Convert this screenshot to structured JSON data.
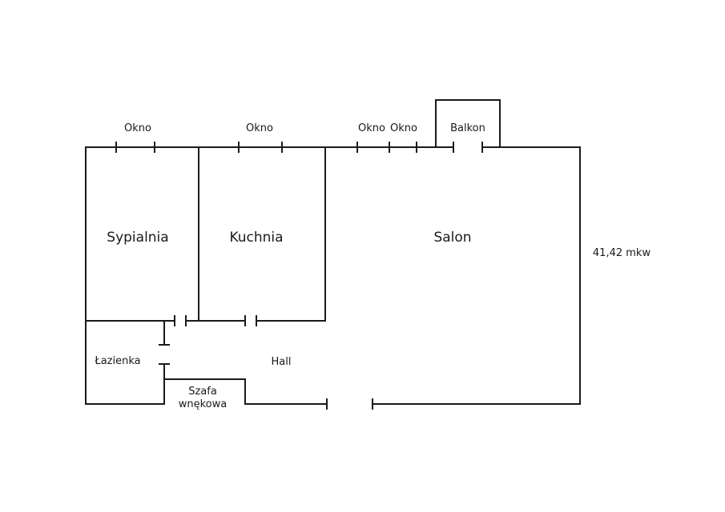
{
  "plan": {
    "rooms": {
      "sypialnia": "Sypialnia",
      "kuchnia": "Kuchnia",
      "salon": "Salon",
      "lazienka": "Łazienka",
      "hall": "Hall",
      "szafa_line1": "Szafa",
      "szafa_line2": "wnękowa"
    },
    "windows": [
      "Okno",
      "Okno",
      "Okno",
      "Okno"
    ],
    "balcony": "Balkon",
    "area": "41,42 mkw"
  }
}
